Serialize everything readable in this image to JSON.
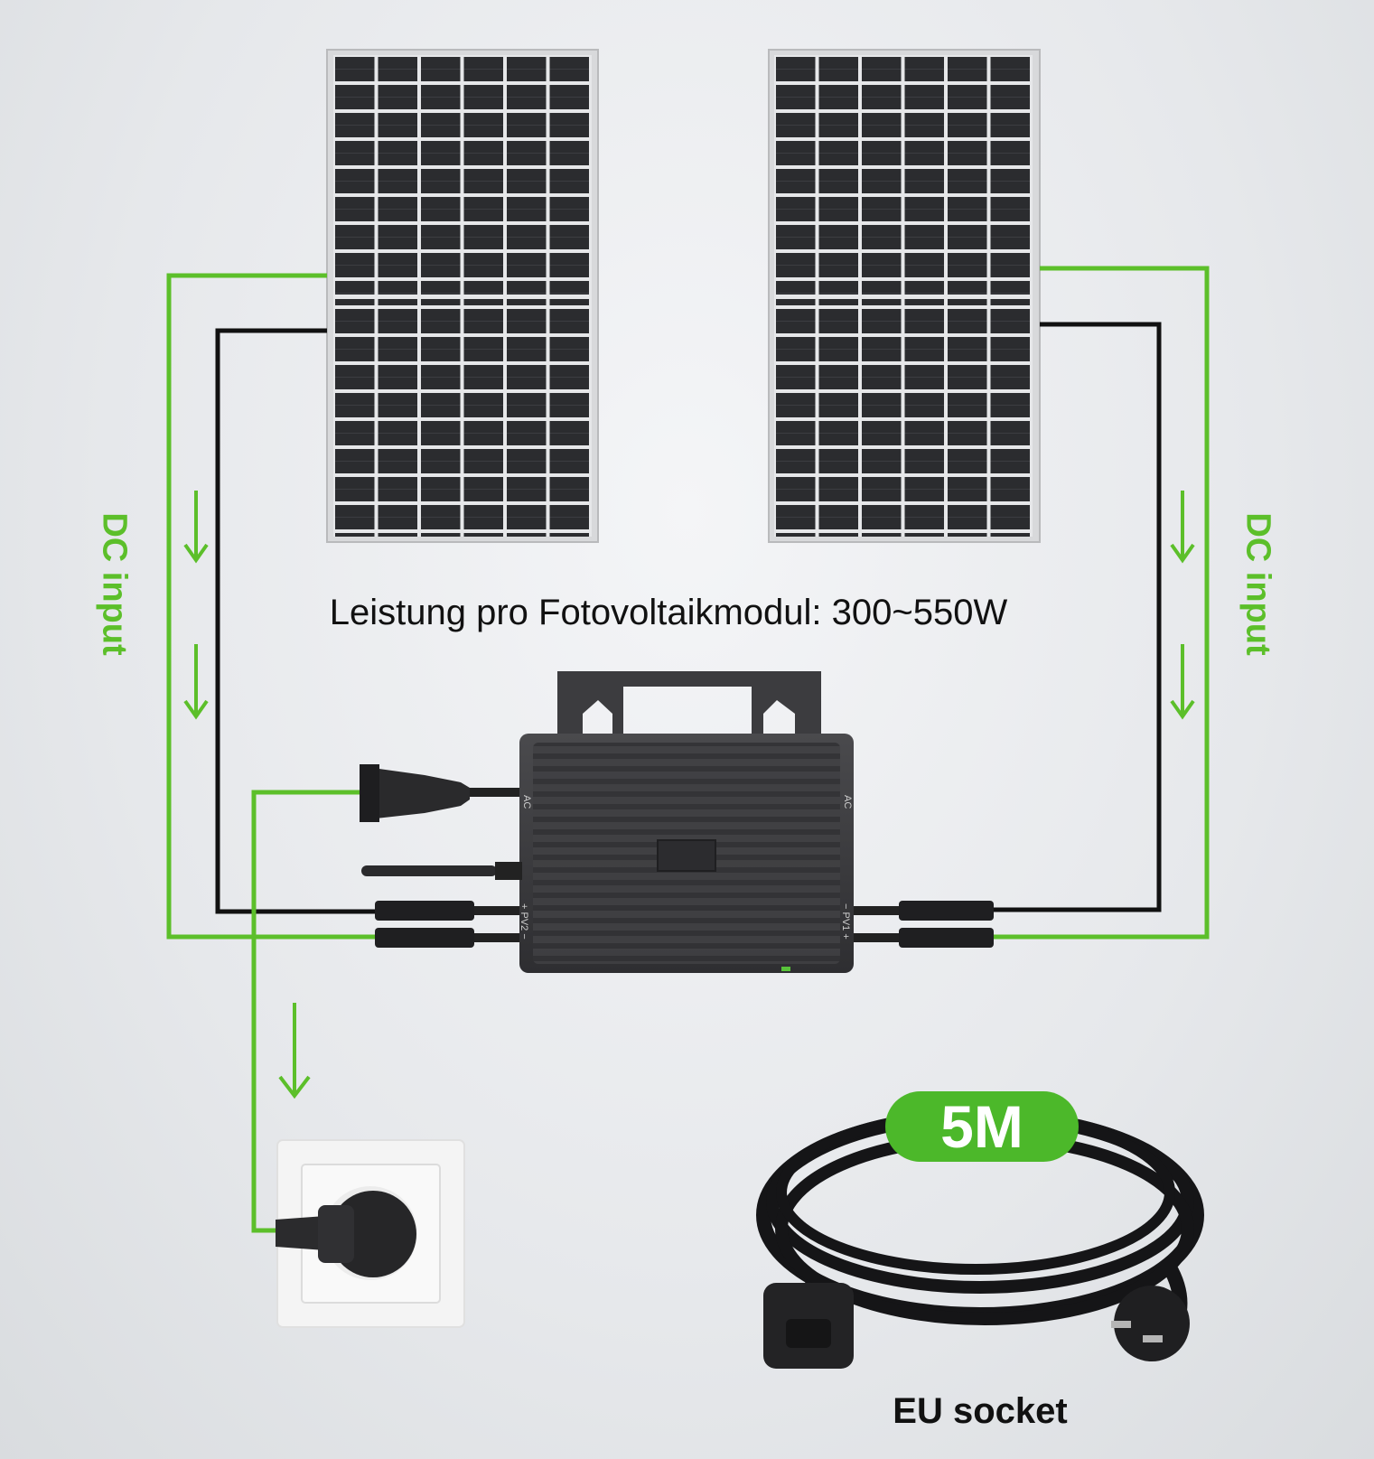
{
  "labels": {
    "dc_left": "DC input",
    "dc_right": "DC input",
    "power": "Leistung pro Fotovoltaikmodul: 300~550W",
    "cable_length": "5M",
    "socket": "EU socket",
    "inverter_ac_left": "AC",
    "inverter_ac_right": "AC",
    "inverter_pv_left": "+ PV2 −",
    "inverter_pv_right": "− PV1 +"
  },
  "colors": {
    "wire_green": "#5cbf2a",
    "wire_black": "#111111",
    "badge": "#4cb82a",
    "panel_cell": "#2b2c2f",
    "panel_frame": "#c8c9cb",
    "inverter_body": "#3a3a3c"
  },
  "icons": [
    "solar-panel-icon",
    "inverter-icon",
    "plug-icon",
    "wall-socket-icon",
    "cable-coil-icon",
    "arrow-down-icon",
    "antenna-icon",
    "wifi-icon"
  ]
}
